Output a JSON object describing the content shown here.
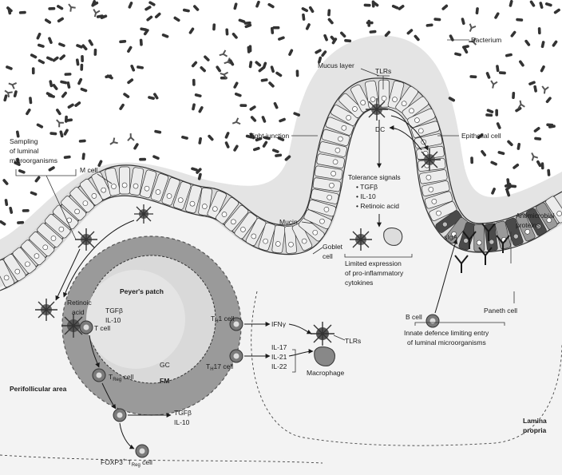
{
  "labels": {
    "bacterium": "Bacterium",
    "mucus_layer": "Mucus layer",
    "tlrs_top": "TLRs",
    "tight_junction": "Tight junction",
    "dc": "DC",
    "epithelial_cell": "Epithelial cell",
    "sampling_line1": "Sampling",
    "sampling_line2": "of luminal",
    "sampling_line3": "microorganisms",
    "m_cell": "M cell",
    "tolerance_title": "Tolerance signals",
    "tolerance_items": [
      "• TGFβ",
      "• IL-10",
      "• Retinoic acid"
    ],
    "mucin": "Mucin",
    "goblet_line1": "Goblet",
    "goblet_line2": "cell",
    "limited_line1": "Limited expression",
    "limited_line2": "of pro-inflammatory",
    "limited_line3": "cytokines",
    "antimicrobial_line1": "Antimicrobial",
    "antimicrobial_line2": "proteins",
    "siga": "sIgA",
    "peyers_patch": "Peyer's patch",
    "retinoic_line1": "Retinoic",
    "retinoic_line2": "acid",
    "tgfb": "TGFβ",
    "il10": "IL-10",
    "t_cell": "T cell",
    "gc": "GC",
    "fm": "FM",
    "treg_t": "T",
    "treg_sub": "Reg",
    "treg_cell": " cell",
    "perifollicular_area": "Perifollicular area",
    "th1_t": "T",
    "th1_sub": "H",
    "th1_rest": "1 cell",
    "th17_t": "T",
    "th17_sub": "H",
    "th17_rest": "17 cell",
    "ifng": "IFNγ",
    "il17": "IL-17",
    "il21": "IL-21",
    "il22": "IL-22",
    "tlrs_macro": "TLRs",
    "macrophage": "Macrophage",
    "tgfb2": "TGFβ",
    "il10_2": "IL-10",
    "foxp3_pre": "FOXP3",
    "foxp3_sup": "+",
    "foxp3_t": " T",
    "foxp3_sub": "Reg",
    "foxp3_cell": " cell",
    "b_cell": "B cell",
    "paneth_cell": "Paneth cell",
    "innate_line1": "Innate defence limiting entry",
    "innate_line2": "of luminal microorganisms",
    "lamina_line1": "Lamina",
    "lamina_line2": "propria"
  },
  "colors": {
    "mucus": "#e6e6e6",
    "tissue": "#f2f2f2",
    "epithelium": "#dcdcdc",
    "goblet": "#8a8a8a",
    "paneth": "#4a4a4a",
    "peyers_outer": "#9e9e9e",
    "peyers_inner": "#d6d6d6",
    "ink": "#1a1a1a"
  }
}
